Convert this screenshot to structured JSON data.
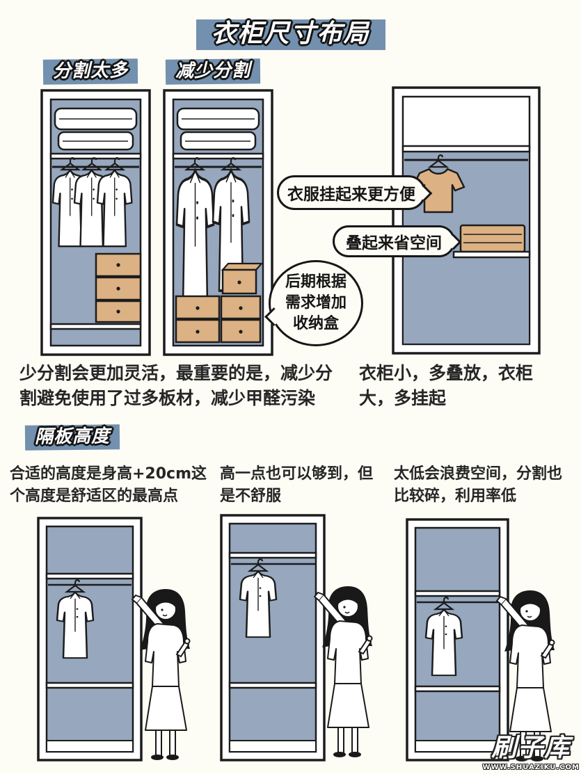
{
  "title": "衣柜尺寸布局",
  "colors": {
    "background": "#fdfcf5",
    "banner_blue": "#7390ae",
    "interior_blue": "#96a7be",
    "box_tan": "#dcb183",
    "ink": "#1c1c1c"
  },
  "split_section": {
    "badge_many": "分割太多",
    "badge_less": "减少分割",
    "bubble_hang": "衣服挂起来更方便",
    "bubble_fold": "叠起来省空间",
    "bubble_storage_lines": [
      "后期根据",
      "需求增加",
      "收纳盒"
    ],
    "caption_left": "少分割会更加灵活，最重要的是，减少分割避免使用了过多板材，减少甲醛污染",
    "caption_right": "衣柜小，多叠放，衣柜大，多挂起"
  },
  "shelf_section": {
    "badge": "隔板高度",
    "notes": [
      "合适的高度是身高+20cm这个高度是舒适区的最高点",
      "高一点也可以够到，但是不舒服",
      "太低会浪费空间，分割也比较碎，利用率低"
    ]
  },
  "watermark": {
    "brand": "刷子库",
    "site": "WWW.SHUAZIKU.COM"
  }
}
